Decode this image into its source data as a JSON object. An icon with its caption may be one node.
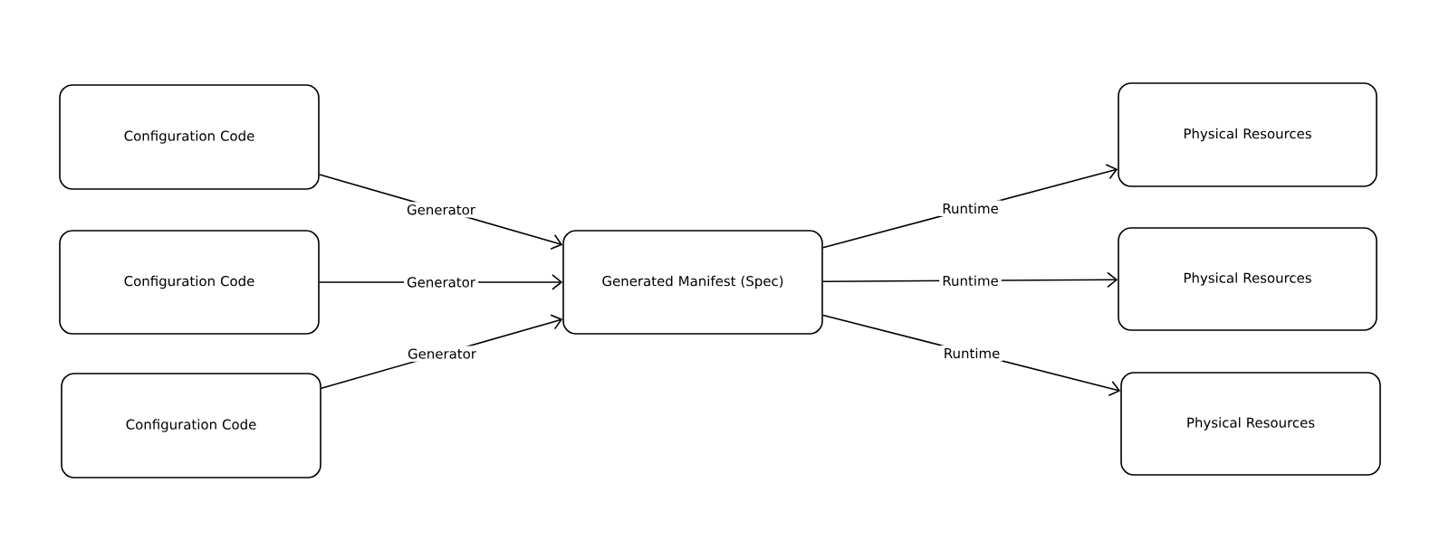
{
  "diagram": {
    "nodes": [
      {
        "text": [
          "Configuration Code"
        ]
      },
      {
        "text": [
          "Configuration Code"
        ]
      },
      {
        "text": [
          "Configuration Code"
        ]
      },
      {
        "text": [
          "Generated Manifest (Spec)"
        ]
      },
      {
        "text": [
          "Physical Resources"
        ]
      },
      {
        "text": [
          "Physical Resources"
        ]
      },
      {
        "text": [
          "Physical Resources"
        ]
      }
    ],
    "edges": [
      {
        "from": 0,
        "to": 3,
        "arrow": "to",
        "label": "Generator"
      },
      {
        "from": 1,
        "to": 3,
        "arrow": "to",
        "label": "Generator"
      },
      {
        "from": 2,
        "to": 3,
        "arrow": "to",
        "label": "Generator"
      },
      {
        "from": 3,
        "to": 4,
        "arrow": "to",
        "label": "Runtime"
      },
      {
        "from": 3,
        "to": 5,
        "arrow": "to",
        "label": "Runtime"
      },
      {
        "from": 3,
        "to": 6,
        "arrow": "to",
        "label": "Runtime"
      }
    ]
  }
}
